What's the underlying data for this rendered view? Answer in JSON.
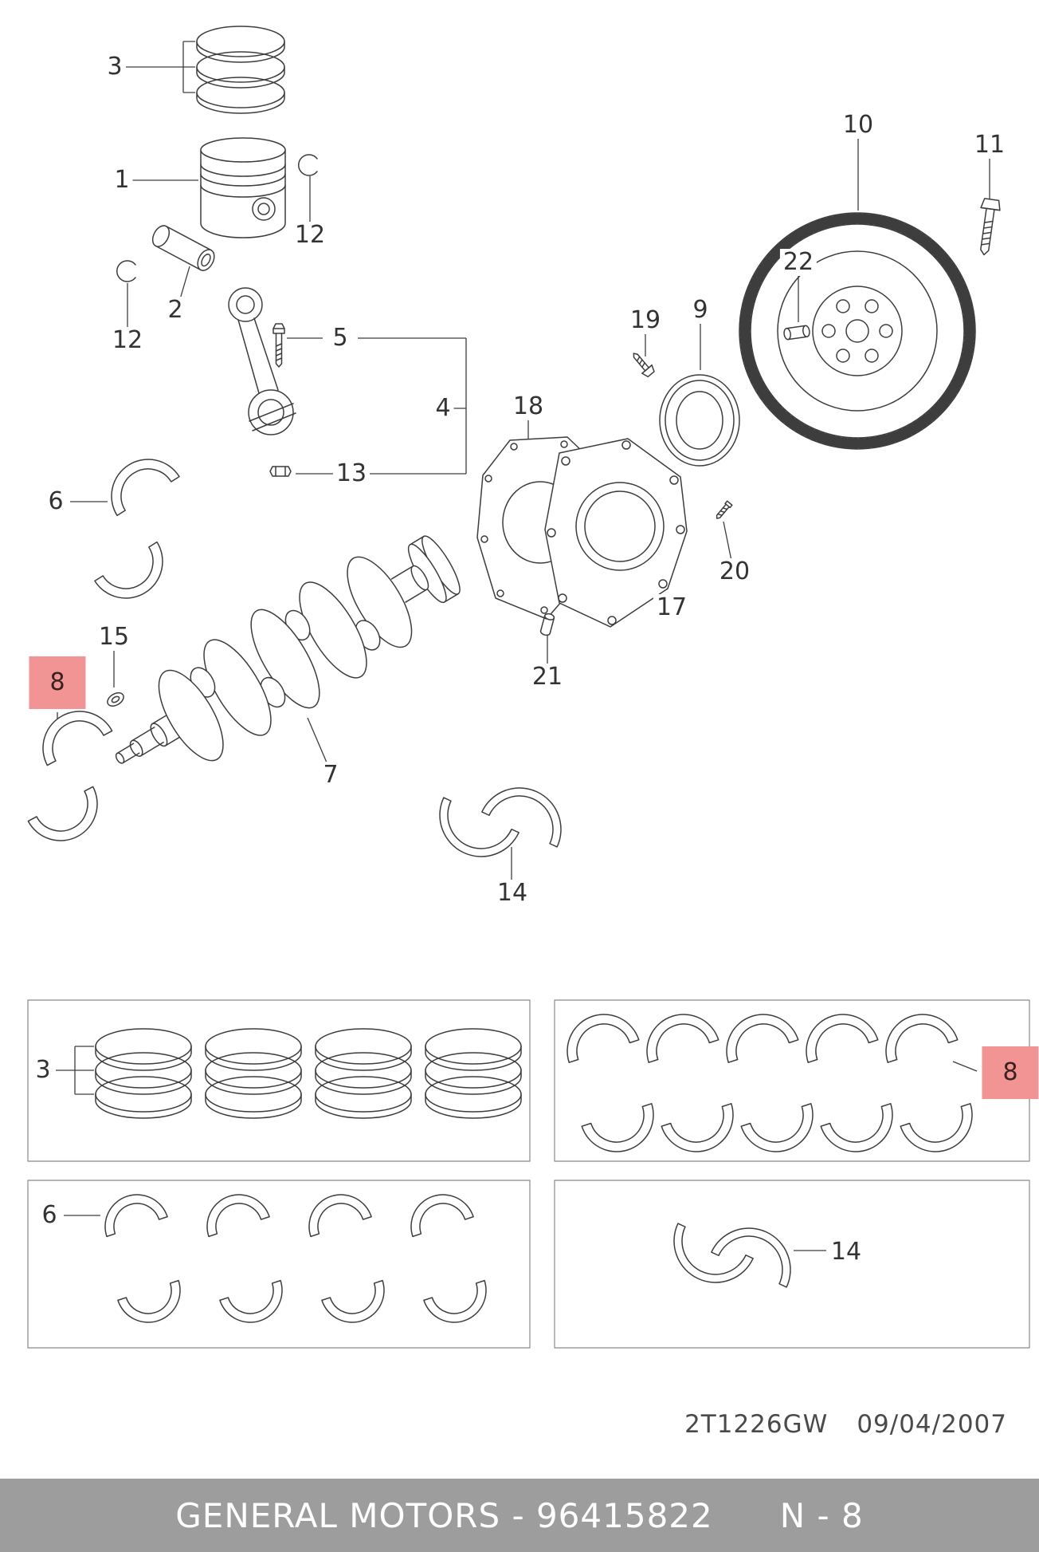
{
  "meta": {
    "drawing_code": "2T1226GW",
    "drawing_date": "09/04/2007",
    "footer_left": "GENERAL MOTORS - 96415822",
    "footer_right": "N - 8"
  },
  "colors": {
    "highlight": "#f29494",
    "footer_bg": "#9d9d9d",
    "footer_fg": "#ffffff",
    "line": "#3d3d3d",
    "label": "#333333"
  },
  "callouts": {
    "piston_rings": "3",
    "piston": "1",
    "snap_ring_right": "12",
    "piston_pin": "2",
    "snap_ring_left": "12",
    "rod_bolt": "5",
    "connecting_rod": "4",
    "rod_nut": "13",
    "rod_bearing": "6",
    "bolt_19": "19",
    "rear_seal": "9",
    "flywheel": "10",
    "flywheel_bolt": "11",
    "dowel_pin_22": "22",
    "gasket": "18",
    "seal_retainer": "17",
    "retainer_screw": "20",
    "dowel_pin_21": "21",
    "thrust_washer_15": "15",
    "main_bearing_8": "8",
    "crankshaft": "7",
    "thrust_washer_14": "14",
    "kit_piston_rings": "3",
    "kit_main_bearing_8": "8",
    "kit_rod_bearing": "6",
    "kit_thrust_washer": "14"
  }
}
